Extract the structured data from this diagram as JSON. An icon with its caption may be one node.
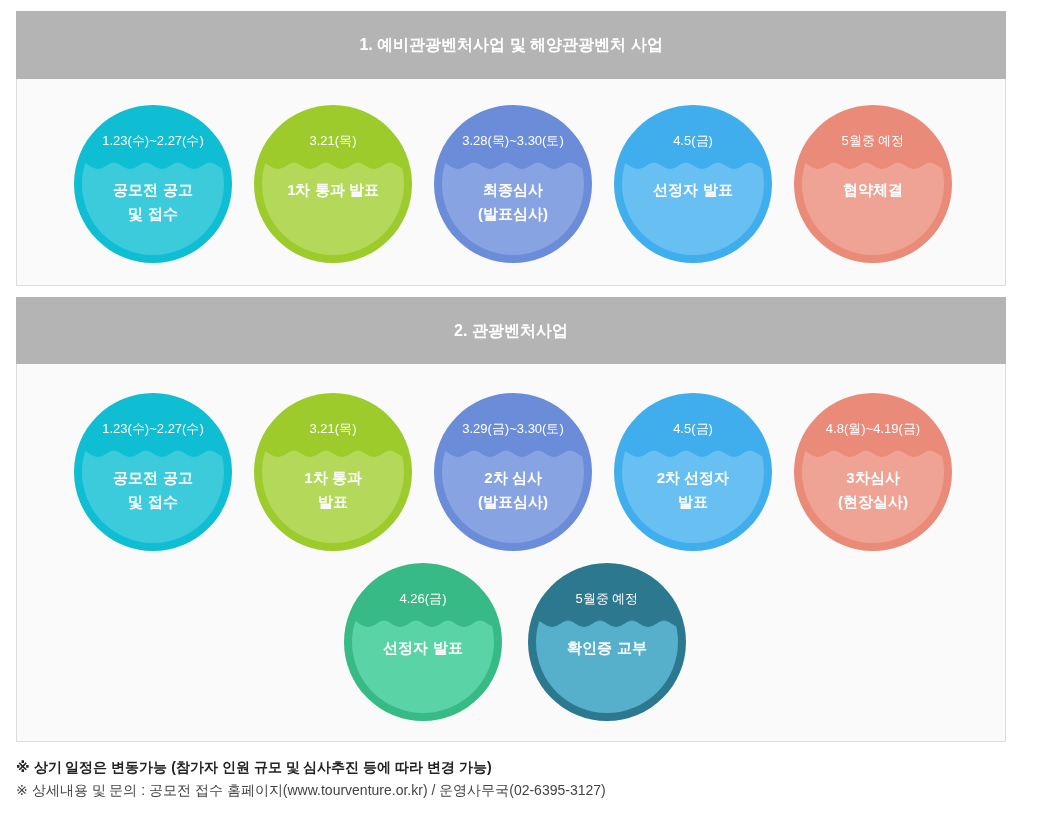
{
  "diagram": {
    "nodes": [
      {
        "text": [
          "1. 예비관광벤처사업 및 해양관광벤처 사업"
        ]
      },
      {
        "text": [
          "1.23(수)~2.27(수)",
          "공모전 공고 및 접수"
        ],
        "in": 0
      },
      {
        "text": [
          "3.21(목)",
          "1차 통과 발표"
        ],
        "in": 0
      },
      {
        "text": [
          "3.28(목)~3.30(토)",
          "최종심사 (발표심사)"
        ],
        "in": 0
      },
      {
        "text": [
          "4.5(금)",
          "선정자 발표"
        ],
        "in": 0
      },
      {
        "text": [
          "5월중 예정",
          "협약체결"
        ],
        "in": 0
      },
      {
        "text": [
          "2. 관광벤처사업"
        ]
      },
      {
        "text": [
          "1.23(수)~2.27(수)",
          "공모전 공고 및 접수"
        ],
        "in": 6
      },
      {
        "text": [
          "3.21(목)",
          "1차 통과 발표"
        ],
        "in": 6
      },
      {
        "text": [
          "3.29(금)~3.30(토)",
          "2차 심사 (발표심사)"
        ],
        "in": 6
      },
      {
        "text": [
          "4.5(금)",
          "2차 선정자 발표"
        ],
        "in": 6
      },
      {
        "text": [
          "4.8(월)~4.19(금)",
          "3차심사 (현장실사)"
        ],
        "in": 6
      },
      {
        "text": [
          "4.26(금)",
          "선정자 발표"
        ],
        "in": 6
      },
      {
        "text": [
          "5월중 예정",
          "확인증 교부"
        ],
        "in": 6
      }
    ],
    "labels": [
      "※ 상기 일정은 변동가능 (참가자 인원 규모 및 심사추진 등에 따라 변경 가능)",
      "※ 상세내용 및 문의 : 공모전 접수 홈페이지(www.tourventure.or.kr) / 운영사무국(02-6395-3127)"
    ]
  }
}
